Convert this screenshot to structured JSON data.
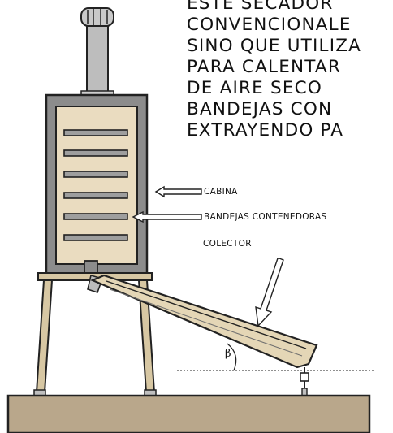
{
  "paragraph": {
    "lines": [
      "ESTE SECADOR",
      "CONVENCIONALE",
      "SINO QUE UTILIZA",
      "PARA CALENTAR",
      "DE AIRE SECO",
      "BANDEJAS CON",
      "EXTRAYENDO PA"
    ]
  },
  "labels": {
    "cabina": "CABINA",
    "bandejas": "BANDEJAS CONTENEDORAS",
    "colector": "COLECTOR",
    "angle": "β"
  },
  "colors": {
    "wood": "#e9dcc0",
    "cabinet_frame": "#8a8a8a",
    "base": "#b8a68a",
    "outline": "#222222"
  }
}
